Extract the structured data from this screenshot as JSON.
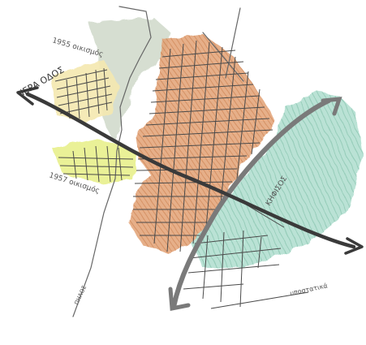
{
  "map": {
    "labels": {
      "iera_odos": "ΙΕΡΑ ΟΔΟΣ",
      "oikismos_1955": "1955 οικισμός",
      "oikismos_1957": "1957 οικισμός",
      "kifisos": "ΚΗΦΙΣΟΣ",
      "river_left": "ΠΗΛΟΣ",
      "ypostatika": "υποστατικά"
    },
    "colors": {
      "orange_zone": "#d9925e",
      "green_zone": "#8ccbb5",
      "grey_green_zone": "#c8d3c2",
      "yellow_zone": "#f2e7a9",
      "yellow_green_zone": "#e6ef8a",
      "road": "#3a3a3a",
      "river_line": "#7a7a7a",
      "street": "#4a4a4a"
    }
  }
}
